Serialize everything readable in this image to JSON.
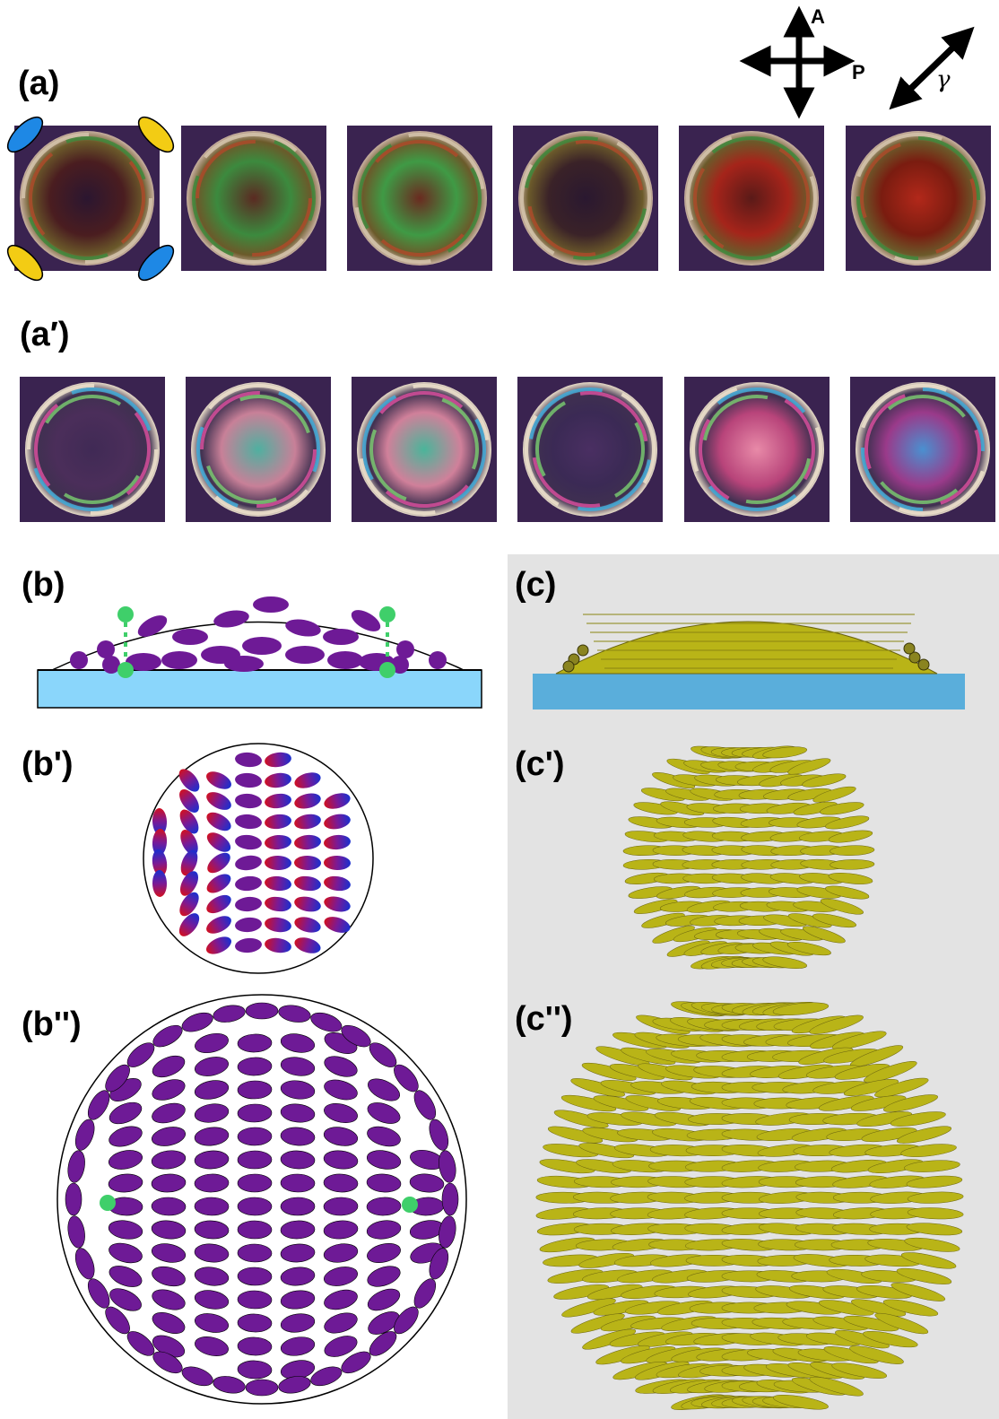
{
  "figure": {
    "panel_labels": {
      "a": "(a)",
      "a_prime": "(a′)",
      "b": "(b)",
      "b_prime": "(b')",
      "b_double_prime": "(b'')",
      "c": "(c)",
      "c_prime": "(c')",
      "c_double_prime": "(c'')"
    },
    "polarizer_legend": {
      "analyzer_label": "A",
      "polarizer_label": "P",
      "slow_axis_label": "γ"
    },
    "colors": {
      "micrograph_bg": "#3a2350",
      "purple_mesogen": "#6e1a96",
      "defect_green": "#3fcf6a",
      "substrate_b": "#8ad6fb",
      "substrate_c": "#5aaedb",
      "sim_yellow": "#b9b417",
      "axis_blue": "#1e88e5",
      "axis_yellow": "#f3cc14"
    },
    "row_a_frames": 6,
    "row_a_prime_frames": 6
  }
}
